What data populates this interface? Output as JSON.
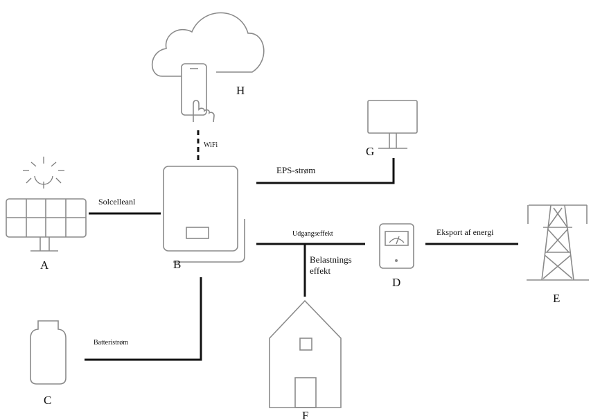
{
  "components": {
    "A": "A",
    "B": "B",
    "C": "C",
    "D": "D",
    "E": "E",
    "F": "F",
    "G": "G",
    "H": "H"
  },
  "connections": {
    "solar": "Solcelleanl",
    "battery": "Batteristrøm",
    "eps": "EPS-strøm",
    "output": "Udgangseffekt",
    "load_line1": "Belastnings",
    "load_line2": "effekt",
    "export": "Eksport af energi",
    "wifi": "WiFi"
  },
  "colors": {
    "line": "#111111",
    "icon": "#8a8a8a",
    "background": "#ffffff"
  },
  "icons": {
    "A": "solar-panel-icon",
    "B": "inverter-icon",
    "C": "battery-icon",
    "D": "meter-icon",
    "E": "power-tower-icon",
    "F": "house-icon",
    "G": "monitor-icon",
    "H": "cloud-phone-icon"
  }
}
